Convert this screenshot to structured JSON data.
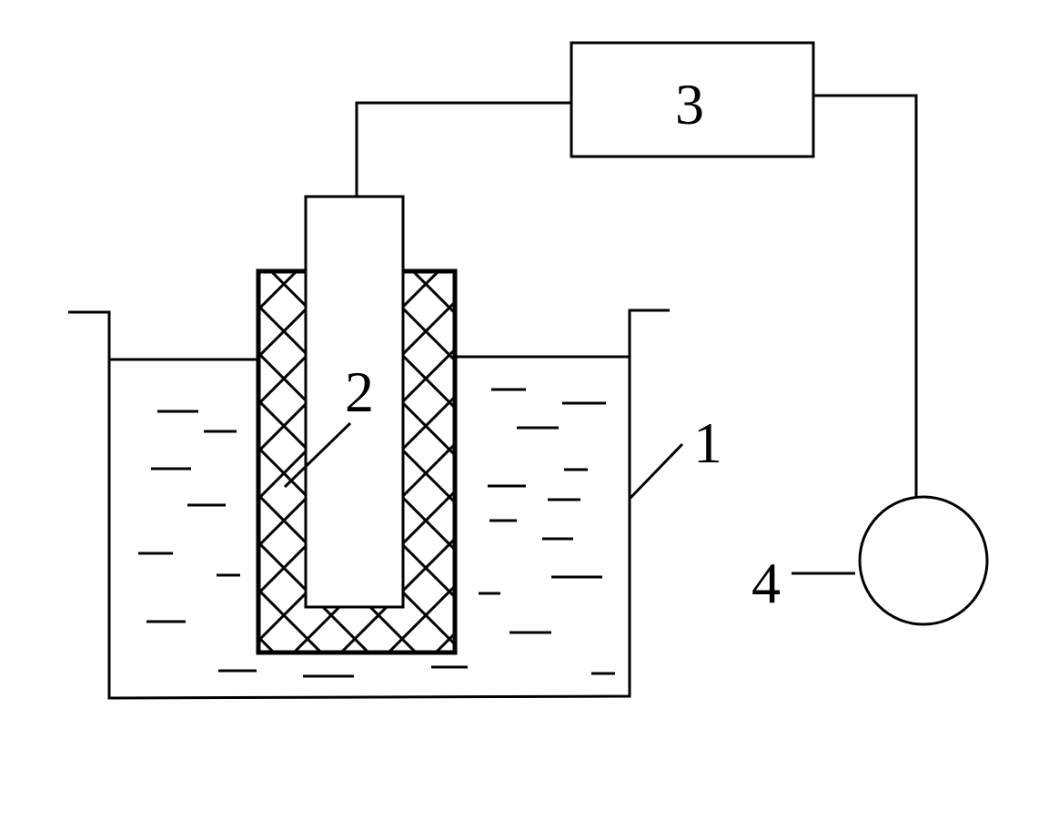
{
  "labels": {
    "container": "1",
    "electrode": "2",
    "instrument": "3",
    "ground": "4"
  },
  "colors": {
    "stroke": "#000000",
    "background": "#ffffff"
  }
}
